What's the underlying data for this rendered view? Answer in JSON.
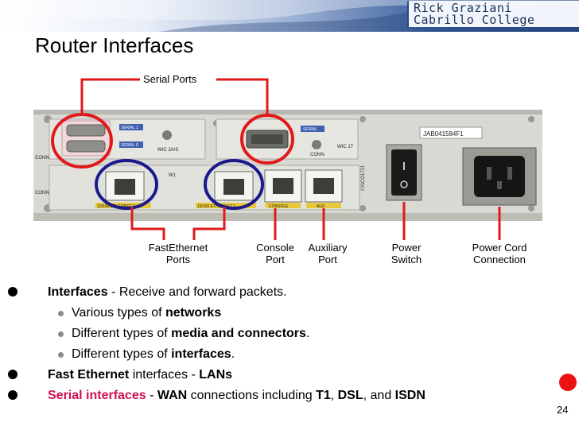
{
  "header": {
    "credit_line1": "Rick Graziani",
    "credit_line2": "Cabrillo College"
  },
  "title": "Router Interfaces",
  "photo": {
    "labels": {
      "serial_ports": "Serial Ports",
      "fastethernet_l1": "FastEthernet",
      "fastethernet_l2": "Ports",
      "console_l1": "Console",
      "console_l2": "Port",
      "auxiliary_l1": "Auxiliary",
      "auxiliary_l2": "Port",
      "power_switch_l1": "Power",
      "power_switch_l2": "Switch",
      "power_cord_l1": "Power Cord",
      "power_cord_l2": "Connection"
    },
    "panel_text": {
      "serial0": "SERIAL 0",
      "serial1": "SERIAL 1",
      "wic_2a": "WIC 2A/S",
      "wic_1t": "WIC 1T",
      "serial": "SERIAL",
      "conn1": "CONN",
      "conn2": "CONN",
      "conn3": "CONN",
      "w1": "W1",
      "fe0": "10/100 ETHERNET 0",
      "fe1": "10/100 ETHERNET 1",
      "console": "CONSOLE",
      "aux": "AUX",
      "serial_no": "JAB041584F1",
      "cisco": "CISCO1721"
    }
  },
  "bullets": [
    {
      "level": 1,
      "parts": [
        {
          "text": "Interfaces",
          "bold": true
        },
        {
          "text": " - Receive and forward packets."
        }
      ]
    },
    {
      "level": 2,
      "parts": [
        {
          "text": "Various types of "
        },
        {
          "text": "networks",
          "bold": true
        }
      ]
    },
    {
      "level": 2,
      "parts": [
        {
          "text": "Different types of "
        },
        {
          "text": "media and connectors",
          "bold": true
        },
        {
          "text": "."
        }
      ]
    },
    {
      "level": 2,
      "parts": [
        {
          "text": "Different types of "
        },
        {
          "text": "interfaces",
          "bold": true
        },
        {
          "text": "."
        }
      ]
    },
    {
      "level": 1,
      "parts": [
        {
          "text": "Fast Ethernet",
          "bold": true
        },
        {
          "text": " interfaces - "
        },
        {
          "text": "LANs",
          "bold": true
        }
      ]
    },
    {
      "level": 1,
      "parts": [
        {
          "text": "Serial interfaces",
          "bold": true,
          "color": "#d0104c"
        },
        {
          "text": " - "
        },
        {
          "text": "WAN",
          "bold": true
        },
        {
          "text": " connections including "
        },
        {
          "text": "T1",
          "bold": true
        },
        {
          "text": ", "
        },
        {
          "text": "DSL",
          "bold": true
        },
        {
          "text": ", and "
        },
        {
          "text": "ISDN",
          "bold": true
        }
      ]
    }
  ],
  "page_number": "24",
  "colors": {
    "callout_red": "#e01a1a",
    "circle_navy": "#1a1a8c",
    "serial_text": "#d0104c"
  }
}
